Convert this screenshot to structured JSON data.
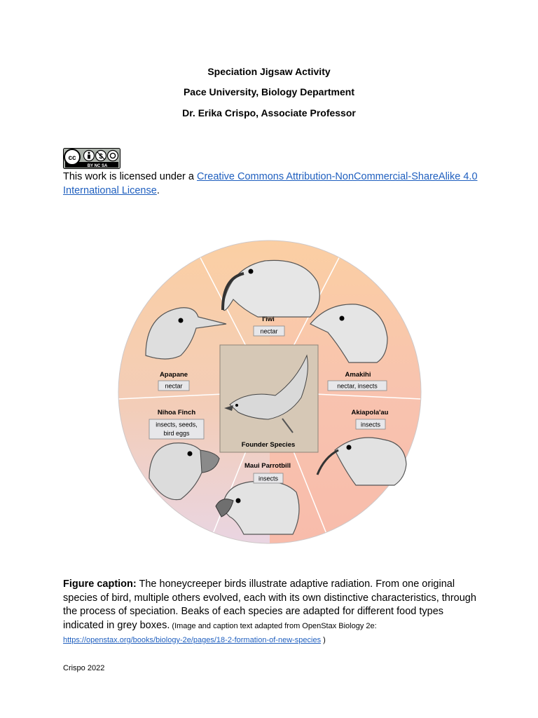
{
  "doc": {
    "title": "Speciation Jigsaw Activity",
    "institution": "Pace University, Biology Department",
    "author": "Dr. Erika Crispo, Associate Professor"
  },
  "license": {
    "badge_text": "BY NC SA",
    "prefix": "This work is licensed under a ",
    "link_text": "Creative Commons Attribution-NonCommercial-ShareAlike 4.0 International License",
    "suffix": "."
  },
  "figure": {
    "center_label": "Founder Species",
    "species": [
      {
        "name": "I'iwi",
        "food": "nectar"
      },
      {
        "name": "Amakihi",
        "food": "nectar, insects"
      },
      {
        "name": "Akiapola'au",
        "food": "insects"
      },
      {
        "name": "Maui Parrotbill",
        "food": "insects"
      },
      {
        "name": "Nihoa Finch",
        "food_line1": "insects, seeds,",
        "food_line2": "bird eggs"
      },
      {
        "name": "Apapane",
        "food": "nectar"
      }
    ],
    "colors": {
      "orange": "#fbcfa3",
      "salmon": "#f8bfb0",
      "pink": "#ecd3de",
      "center": "#d4c7b4"
    }
  },
  "caption": {
    "label": "Figure caption:",
    "text": " The honeycreeper birds illustrate adaptive radiation. From one original species of bird, multiple others evolved, each with its own distinctive characteristics, through the process of speciation. Beaks of each species are adapted for different food types indicated in grey boxes.",
    "source_prefix": " (Image and caption text adapted from OpenStax Biology 2e: ",
    "source_link": "https://openstax.org/books/biology-2e/pages/18-2-formation-of-new-species",
    "source_suffix": " )"
  },
  "footer": "Crispo 2022"
}
